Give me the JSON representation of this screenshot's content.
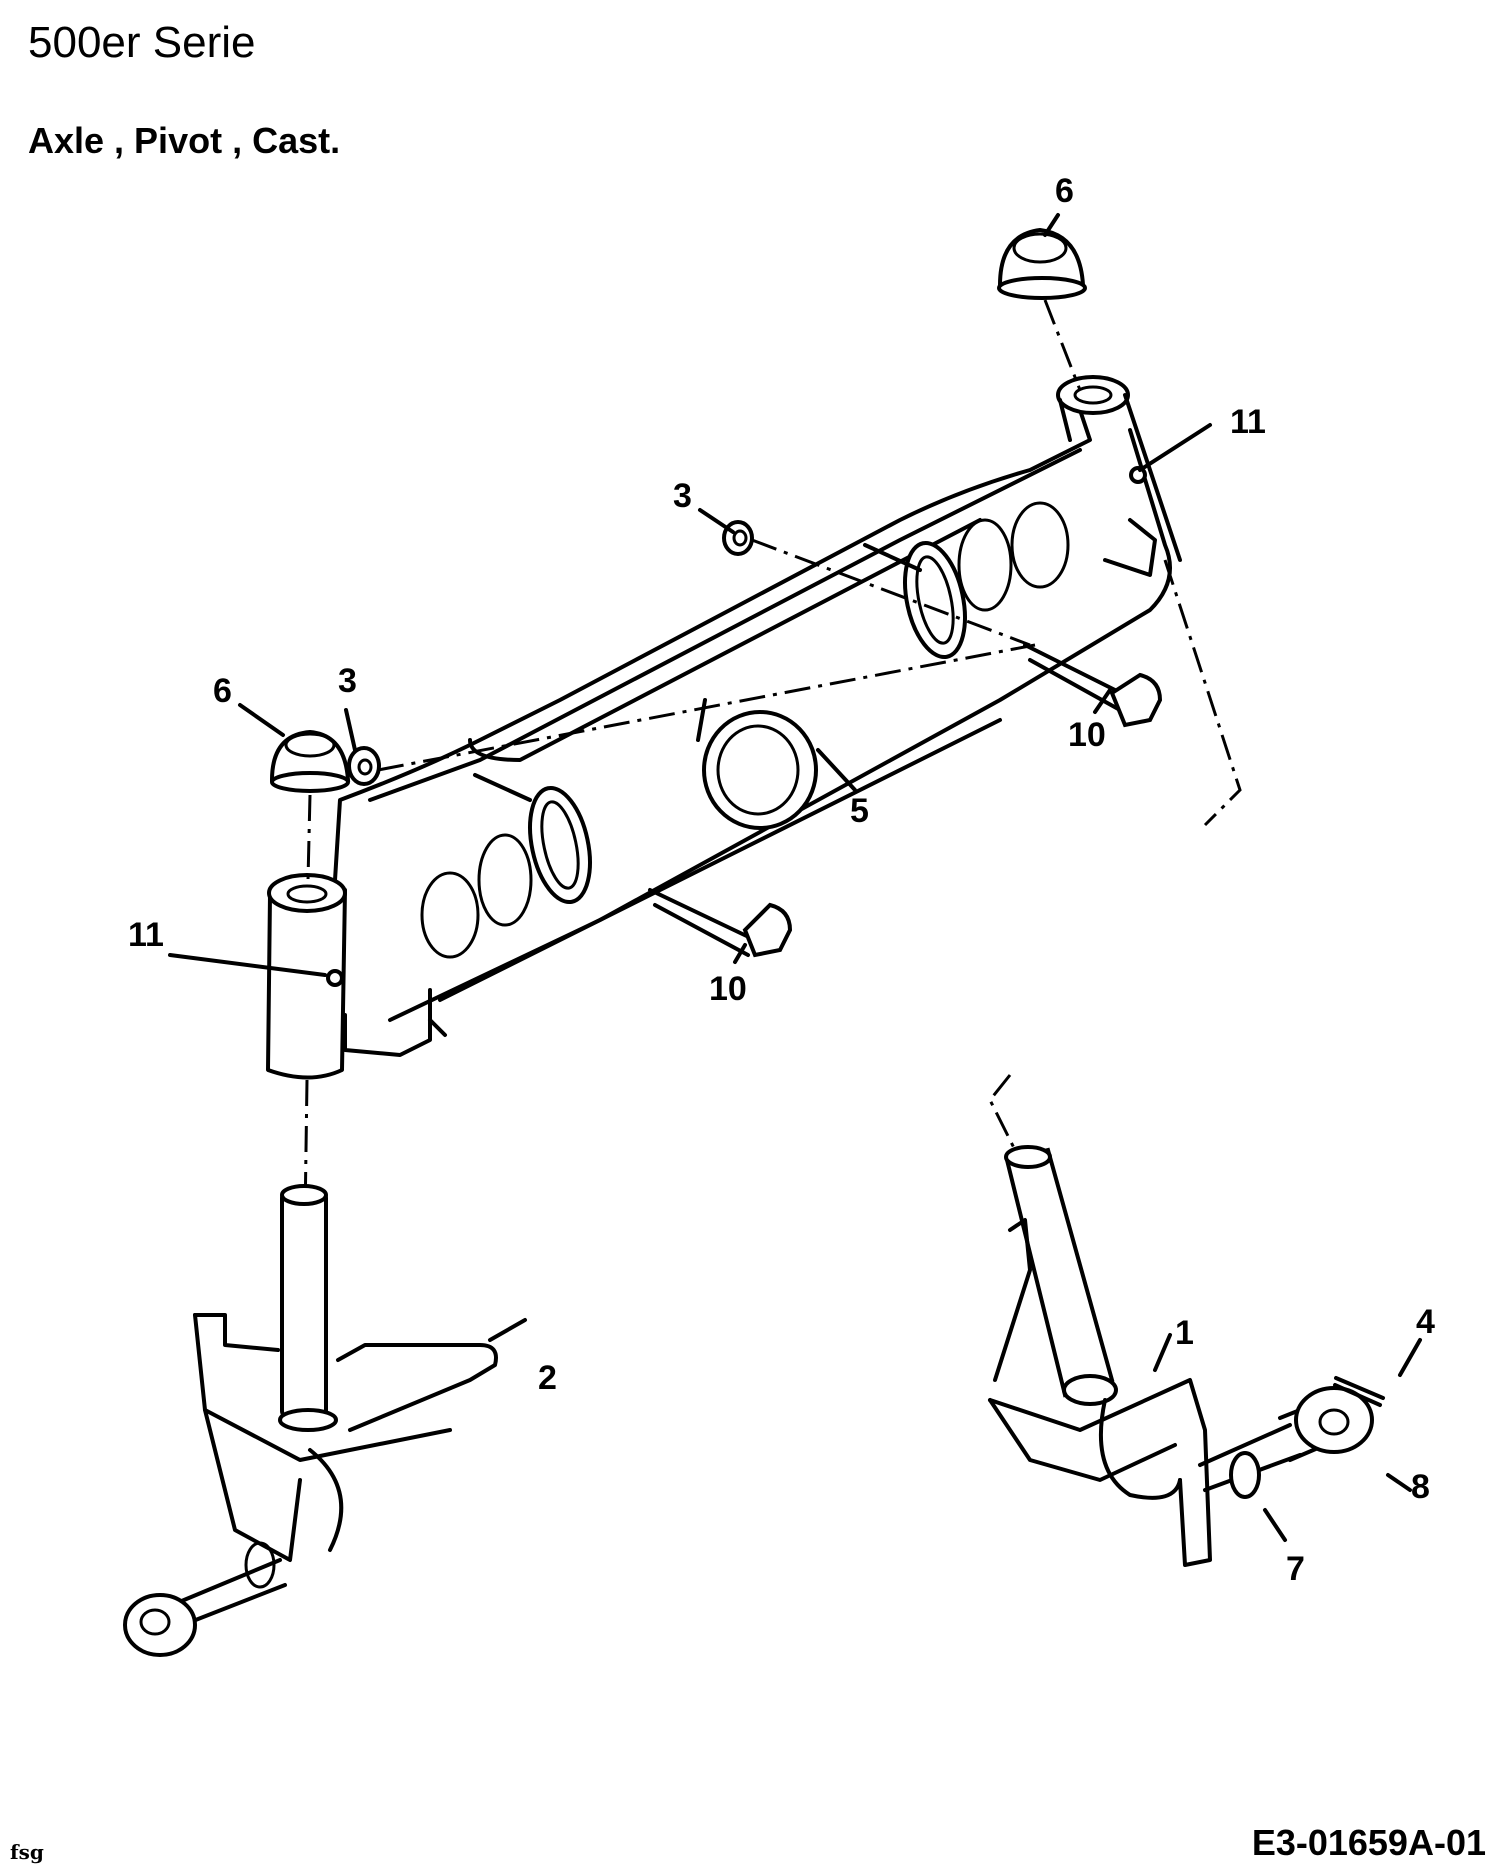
{
  "header": {
    "title": "500er Serie",
    "subtitle": "Axle  , Pivot , Cast."
  },
  "callouts": [
    {
      "id": "callout-6-top",
      "label": "6"
    },
    {
      "id": "callout-11-right",
      "label": "11"
    },
    {
      "id": "callout-3-top",
      "label": "3"
    },
    {
      "id": "callout-6-left",
      "label": "6"
    },
    {
      "id": "callout-3-left",
      "label": "3"
    },
    {
      "id": "callout-10-right",
      "label": "10"
    },
    {
      "id": "callout-5",
      "label": "5"
    },
    {
      "id": "callout-11-left",
      "label": "11"
    },
    {
      "id": "callout-10-lower",
      "label": "10"
    },
    {
      "id": "callout-2",
      "label": "2"
    },
    {
      "id": "callout-1",
      "label": "1"
    },
    {
      "id": "callout-4",
      "label": "4"
    },
    {
      "id": "callout-8",
      "label": "8"
    },
    {
      "id": "callout-7",
      "label": "7"
    }
  ],
  "footer": {
    "left_code": "fsg",
    "drawing_number": "E3-01659A-01"
  }
}
